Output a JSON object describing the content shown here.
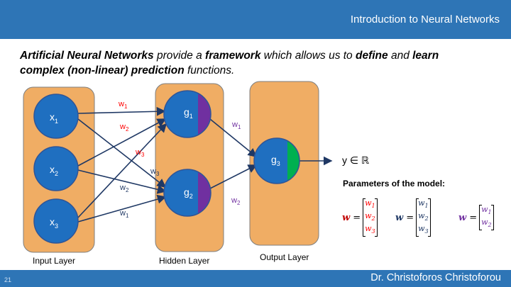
{
  "header": {
    "title": "Introduction to Neural Networks"
  },
  "intro": {
    "p1": "Artificial Neural Networks",
    "p2": " provide a ",
    "p3": "framework",
    "p4": " which allows us to ",
    "p5": "define",
    "p6": " and ",
    "p7": "learn",
    "p8": "complex (non-linear) prediction",
    "p9": "  functions."
  },
  "layers": {
    "input": "Input Layer",
    "hidden": "Hidden Layer",
    "output": "Output Layer"
  },
  "nodes": {
    "x1": "x",
    "x1_sub": "1",
    "x2": "x",
    "x2_sub": "2",
    "x3": "x",
    "x3_sub": "3",
    "g1": "g",
    "g1_sub": "1",
    "g2": "g",
    "g2_sub": "2",
    "g3": "g",
    "g3_sub": "3"
  },
  "weights": {
    "in_w1_top": "w",
    "in_w1_top_sub": "1",
    "in_w2_top": "w",
    "in_w2_top_sub": "2",
    "in_w3_mid": "w",
    "in_w3_mid_sub": "3",
    "in_w3_low": "w",
    "in_w3_low_sub": "3",
    "in_w2_bot": "w",
    "in_w2_bot_sub": "2",
    "in_w1_bot": "w",
    "in_w1_bot_sub": "1",
    "out_w1": "w",
    "out_w1_sub": "1",
    "out_w2": "w",
    "out_w2_sub": "2"
  },
  "output": {
    "y_label": "y ∈ ℝ"
  },
  "params": {
    "title": "Parameters of the model:",
    "w_symbol": "w",
    "eq": "=",
    "vec1": [
      "w",
      "w",
      "w"
    ],
    "vec1_subs": [
      "1",
      "2",
      "3"
    ],
    "vec2": [
      "w",
      "w",
      "w"
    ],
    "vec2_subs": [
      "1",
      "2",
      "3"
    ],
    "vec3": [
      "w",
      "w"
    ],
    "vec3_subs": [
      "1",
      "2"
    ]
  },
  "footer": {
    "author": "Dr. Christoforos Christoforou",
    "slide_number": "21"
  },
  "colors": {
    "header_blue": "#2e75b6",
    "layer_fill": "#f0ad64",
    "node_fill": "#1f6fc0",
    "hidden_accent": "#7030a0",
    "output_accent": "#00b050",
    "weight_red": "#ff0000",
    "weight_purple": "#7030a0",
    "arrow": "#1f3864"
  }
}
